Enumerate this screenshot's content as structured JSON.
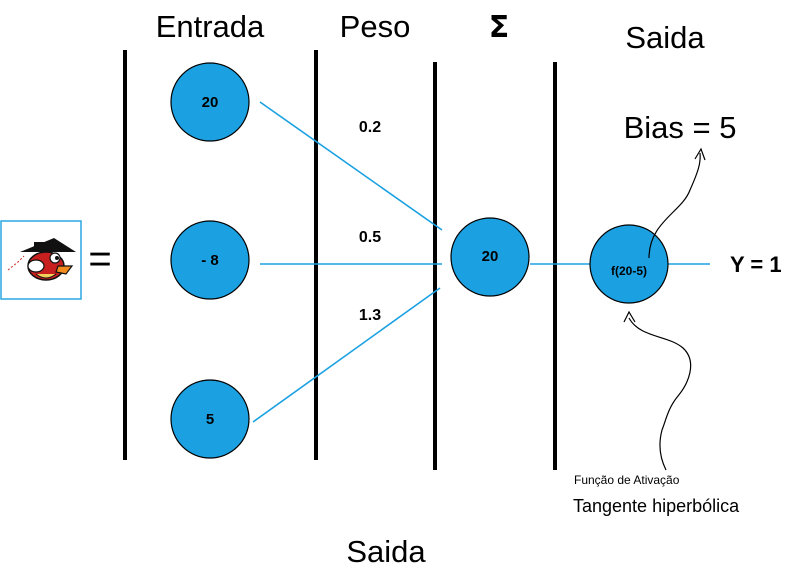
{
  "headers": {
    "entrada": "Entrada",
    "peso": "Peso",
    "sigma": "Σ",
    "saida_top": "Saida",
    "saida_bottom": "Saida"
  },
  "input_nodes": [
    {
      "label": "20"
    },
    {
      "label": "- 8"
    },
    {
      "label": "5"
    }
  ],
  "weights": [
    "0.2",
    "0.5",
    "1.3"
  ],
  "sum_node": {
    "label": "20"
  },
  "activation_node": {
    "label": "f(20-5)"
  },
  "bias_label": "Bias = 5",
  "output_label": "Y = 1",
  "activation_caption": "Função de Ativação",
  "activation_type": "Tangente hiperbólica",
  "equals_sign": "=",
  "agent_icon": "flappy-bird-icon",
  "colors": {
    "node_fill": "#1ba1e2",
    "node_stroke": "#000000",
    "connection": "#1ba1e2",
    "divider": "#000000"
  }
}
